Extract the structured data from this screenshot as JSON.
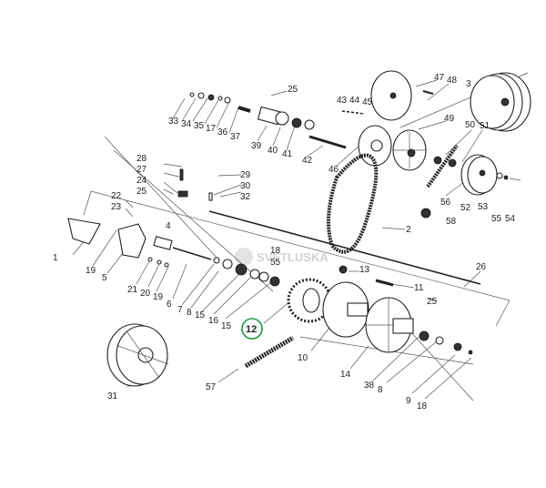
{
  "diagram": {
    "watermark": "SVETLUSKA",
    "highlight": {
      "label": "12",
      "color": "#1a9a3a"
    },
    "labels": [
      "25",
      "33",
      "34",
      "35",
      "17",
      "36",
      "37",
      "39",
      "40",
      "41",
      "42",
      "43",
      "44",
      "45",
      "47",
      "48",
      "3",
      "49",
      "50",
      "51",
      "46",
      "28",
      "27",
      "24",
      "25",
      "29",
      "30",
      "32",
      "22",
      "23",
      "4",
      "1",
      "19",
      "5",
      "21",
      "20",
      "19",
      "6",
      "7",
      "8",
      "15",
      "16",
      "15",
      "18",
      "55",
      "13",
      "11",
      "26",
      "25",
      "10",
      "14",
      "38",
      "8",
      "9",
      "18",
      "57",
      "31",
      "2",
      "56",
      "58",
      "52",
      "53",
      "55",
      "54"
    ]
  }
}
